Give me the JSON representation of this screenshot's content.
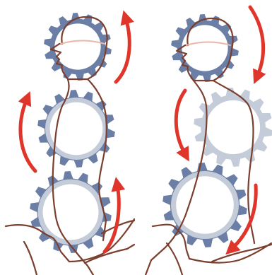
{
  "figure": {
    "panels": [
      {
        "id": "left",
        "gears": [
          {
            "role": "head-gear",
            "tone": "dark"
          },
          {
            "role": "chest-gear",
            "tone": "mixed"
          },
          {
            "role": "pelvis-gear",
            "tone": "mixed"
          }
        ],
        "arrows": [
          {
            "role": "head-arrow",
            "direction": "counter-clockwise-up"
          },
          {
            "role": "chest-arrow",
            "direction": "clockwise-up"
          },
          {
            "role": "pelvis-arrow",
            "direction": "counter-clockwise-up"
          }
        ]
      },
      {
        "id": "right",
        "gears": [
          {
            "role": "head-gear",
            "tone": "dark"
          },
          {
            "role": "chest-gear",
            "tone": "light"
          },
          {
            "role": "pelvis-gear",
            "tone": "mixed"
          }
        ],
        "arrows": [
          {
            "role": "head-arrow",
            "direction": "clockwise-down"
          },
          {
            "role": "chest-arrow",
            "direction": "counter-clockwise-down"
          },
          {
            "role": "pelvis-arrow",
            "direction": "clockwise-down"
          }
        ]
      }
    ]
  },
  "colors": {
    "gear_dark": "#6b7ea6",
    "gear_light": "#c5ccd9",
    "gear_hole": "#ffffff",
    "body_outline": "#7a3f2f",
    "arrow": "#e0352b",
    "eye_line": "#e8b8a8",
    "background": "#ffffff"
  },
  "icons": {
    "gear": "gear-icon",
    "arrow": "curved-arrow-icon",
    "figure": "seated-person-outline"
  }
}
